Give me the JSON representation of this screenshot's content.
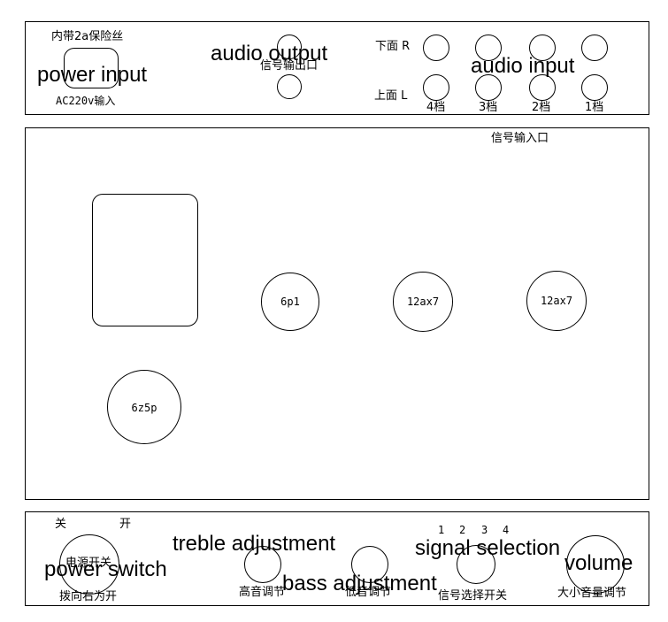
{
  "top_panel": {
    "fuse_note": "内带2a保险丝",
    "power_input_label": "power input",
    "ac_input_label": "AC220v输入",
    "audio_output_label": "audio output",
    "signal_output_label": "信号输出口",
    "row_bottom_label": "下面 R",
    "row_top_label": "上面 L",
    "audio_input_label": "audio input",
    "channel_labels": [
      "4档",
      "3档",
      "2档",
      "1档"
    ]
  },
  "chassis": {
    "signal_input_label": "信号输入口",
    "tubes": {
      "power_tube": "6p1",
      "preamp_tube_1": "12ax7",
      "preamp_tube_2": "12ax7",
      "rectifier_tube": "6z5p"
    }
  },
  "front_panel": {
    "off_label": "关",
    "on_label": "开",
    "power_switch_cn": "电源开关",
    "power_switch_label": "power switch",
    "power_switch_note": "拨向右为开",
    "treble_label": "treble adjustment",
    "treble_cn": "高音调节",
    "bass_label": "bass adjustment",
    "bass_cn": "低音调节",
    "selector_positions": [
      "1",
      "2",
      "3",
      "4"
    ],
    "signal_selection_label": "signal selection",
    "selector_cn": "信号选择开关",
    "volume_label": "volume",
    "volume_cn": "大小音量调节"
  }
}
